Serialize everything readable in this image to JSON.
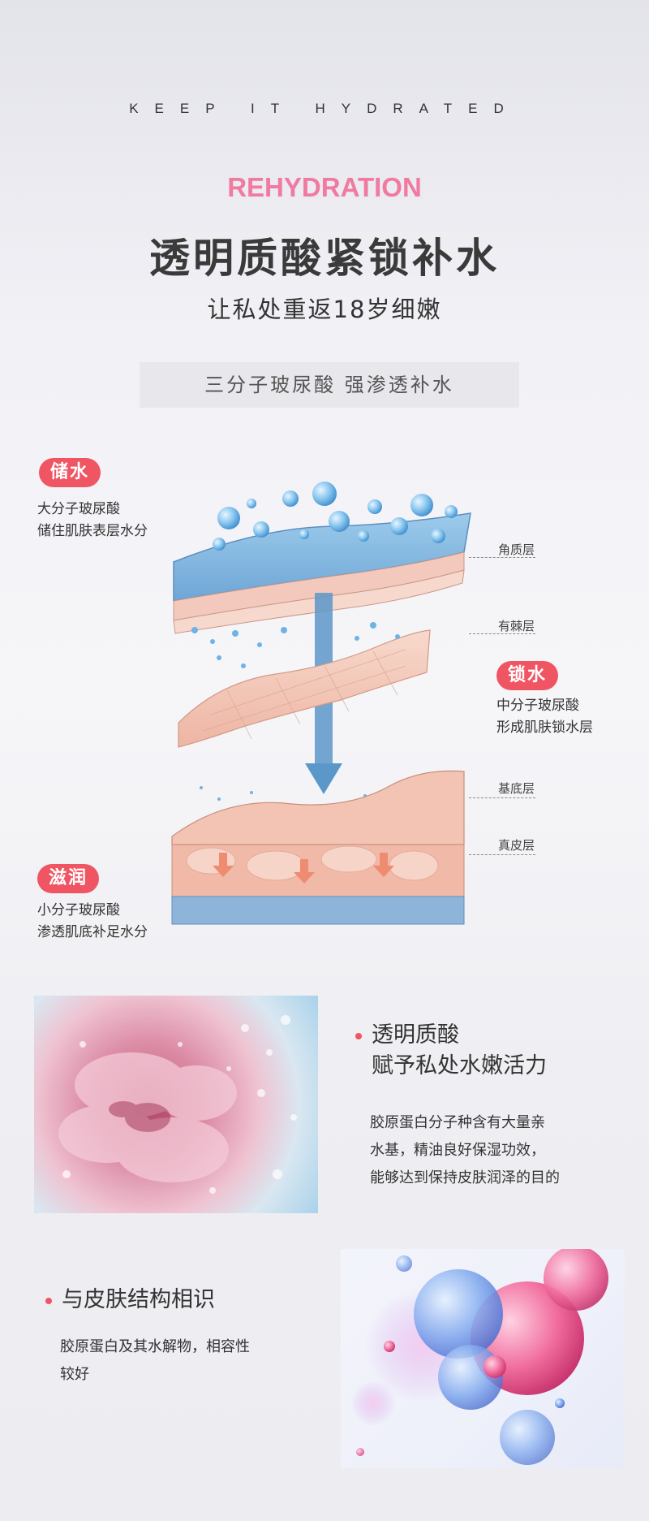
{
  "header": {
    "tagline": "KEEP IT HYDRATED",
    "eng_title": "REHYDRATION",
    "main_title": "透明质酸紧锁补水",
    "sub_title": "让私处重返18岁细嫩",
    "banner": "三分子玻尿酸 强渗透补水"
  },
  "diagram": {
    "store": {
      "badge": "储水",
      "lines": [
        "大分子玻尿酸",
        "储住肌肤表层水分"
      ]
    },
    "lock": {
      "badge": "锁水",
      "lines": [
        "中分子玻尿酸",
        "形成肌肤锁水层"
      ]
    },
    "nourish": {
      "badge": "滋润",
      "lines": [
        "小分子玻尿酸",
        "渗透肌底补足水分"
      ]
    },
    "layers": [
      "角质层",
      "有棘层",
      "基底层",
      "真皮层"
    ]
  },
  "feature1": {
    "title_lines": [
      "透明质酸",
      "赋予私处水嫩活力"
    ],
    "body_lines": [
      "胶原蛋白分子种含有大量亲",
      "水基，精油良好保湿功效，",
      "能够达到保持皮肤润泽的目的"
    ]
  },
  "feature2": {
    "title": "与皮肤结构相识",
    "body_lines": [
      "胶原蛋白及其水解物，相容性",
      "较好"
    ]
  },
  "colors": {
    "accent": "#ef5562",
    "pink_title": "#f07aa0",
    "skin_blue": "#7fb4dd",
    "skin_pink": "#f3c7b8"
  }
}
